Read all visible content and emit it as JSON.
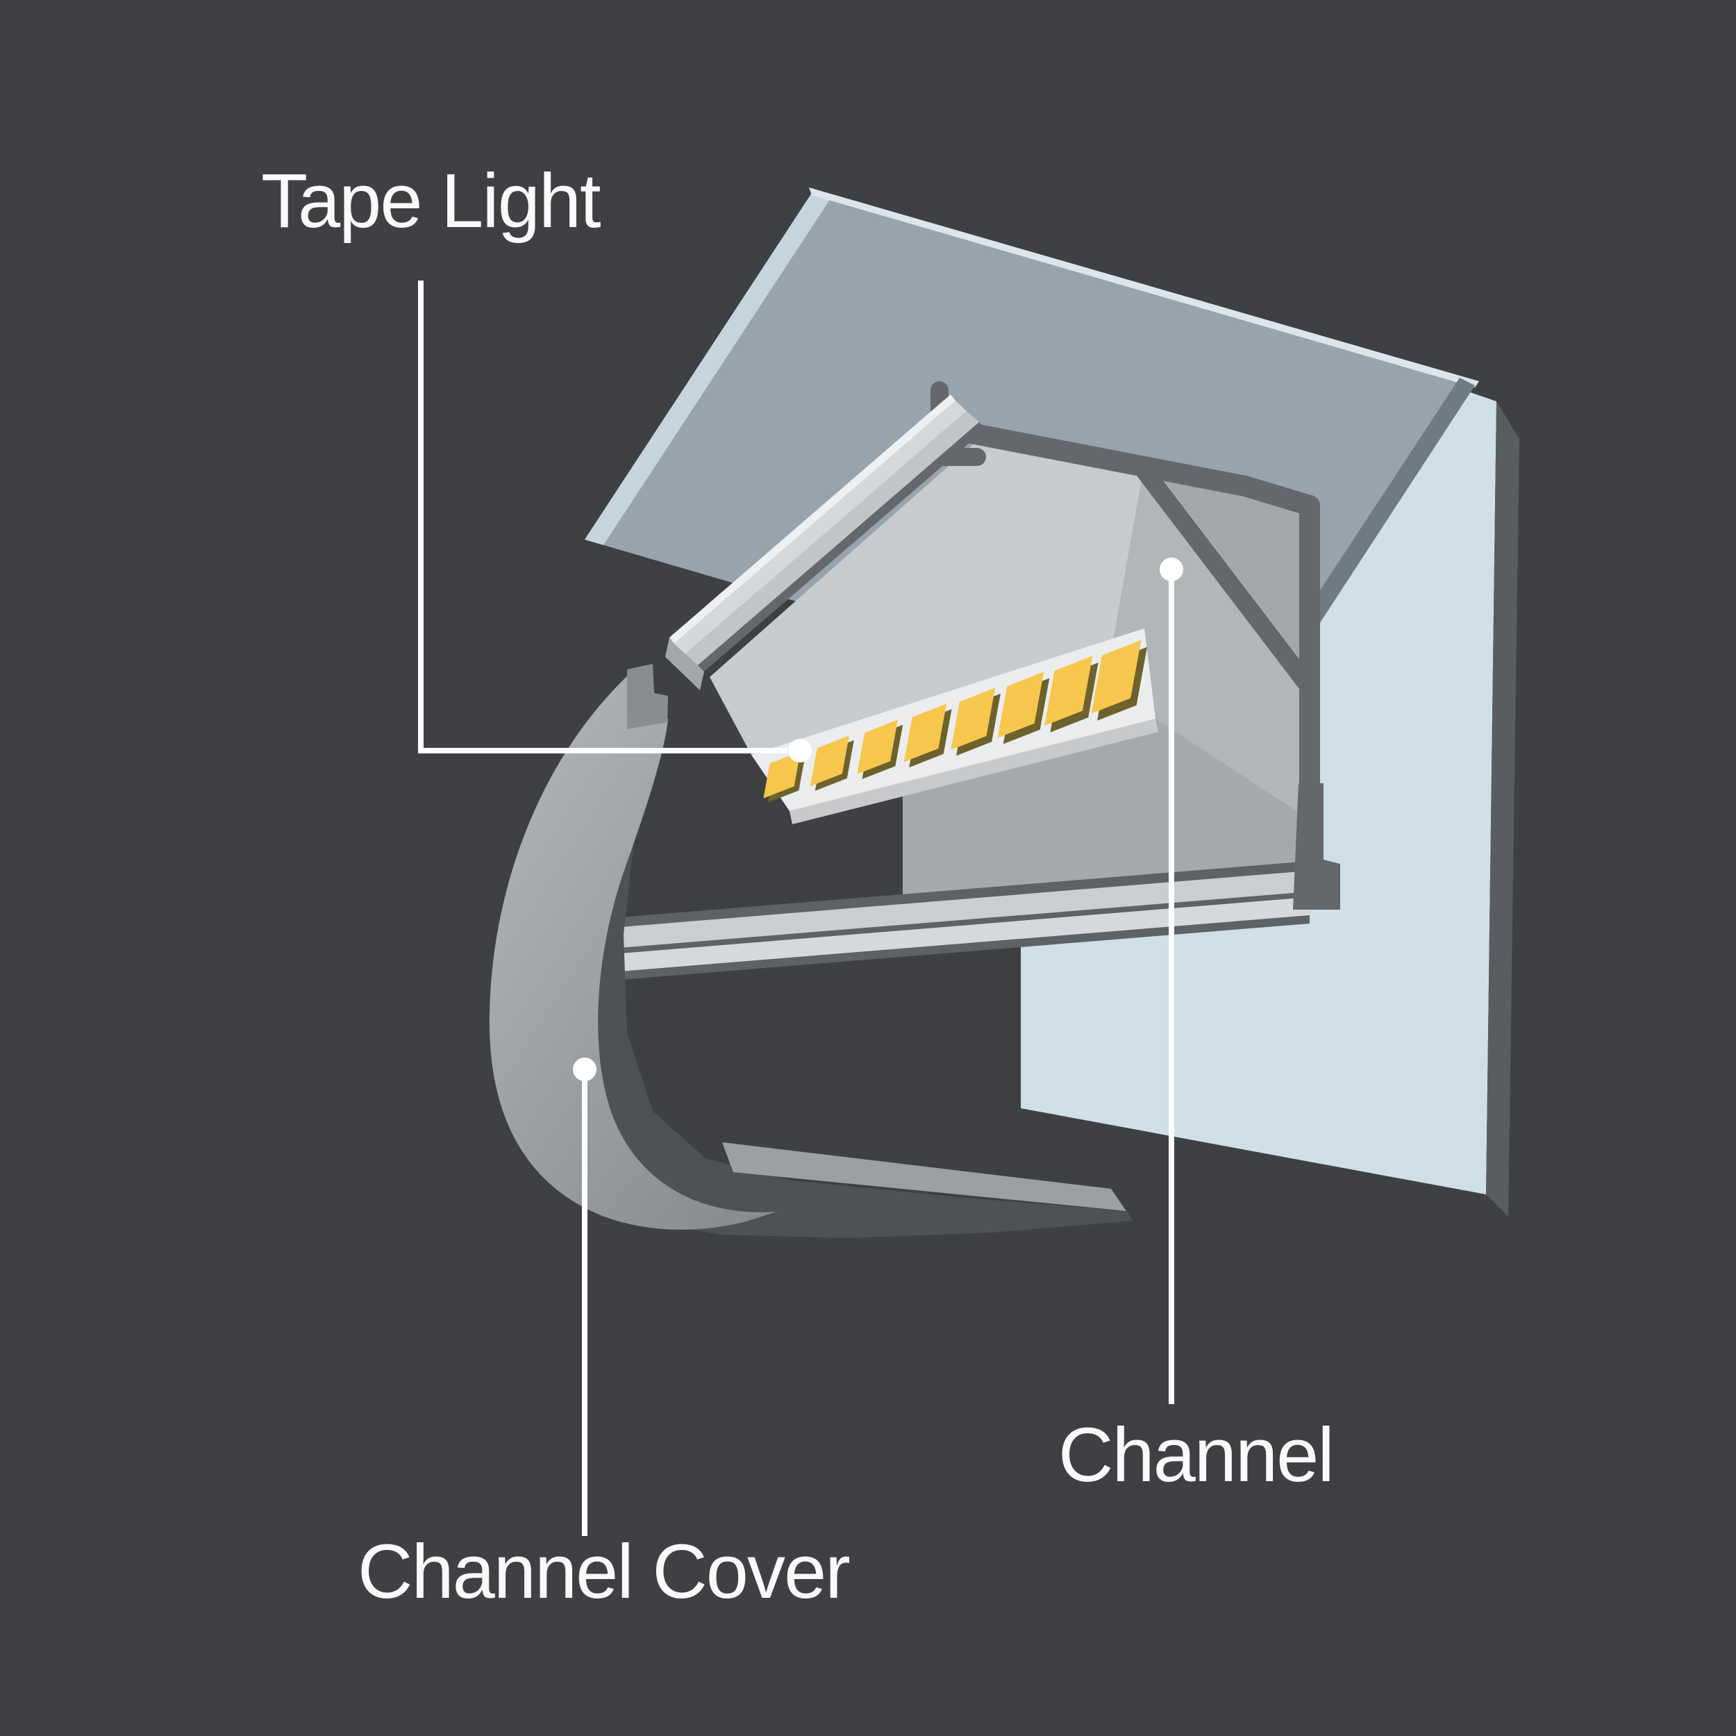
{
  "labels": {
    "tape_light": "Tape Light",
    "channel": "Channel",
    "channel_cover": "Channel Cover"
  },
  "leds": {
    "count": 8
  },
  "colors": {
    "background": "#3f4043",
    "wall": "#cfdfe7",
    "wall_edge": "#595d61",
    "ceiling": "#98a4ad",
    "ceiling_highlight": "#c6d5dd",
    "ceiling_edge_light": "#dce5ea",
    "ceiling_edge_dark": "#6e7b85",
    "flange_highlight": "#edeff0",
    "flange_face": "#d5d8da",
    "flange_under": "#c2c5c8",
    "profile_dark": "#64686c",
    "channel_top": "#c8cbcd",
    "channel_face": "#b3b6b9",
    "channel_face_shaded": "#a4a7aa",
    "channel_lower": "#a6a9ac",
    "rail_light": "#cbced0",
    "rail_bright": "#d6d9db",
    "rail_dark": "#5e6266",
    "board": "#eaecee",
    "board_edge": "#c7c9cb",
    "led": "#f7c74d",
    "led_shadow": "#6e622c",
    "cover_light": "#b5b8bb",
    "cover_mid": "#8a8d90",
    "cover_dark": "#4e5155",
    "cover_strip": "#9ca0a3",
    "leader": "#ffffff",
    "label_text": "#fafafa"
  }
}
